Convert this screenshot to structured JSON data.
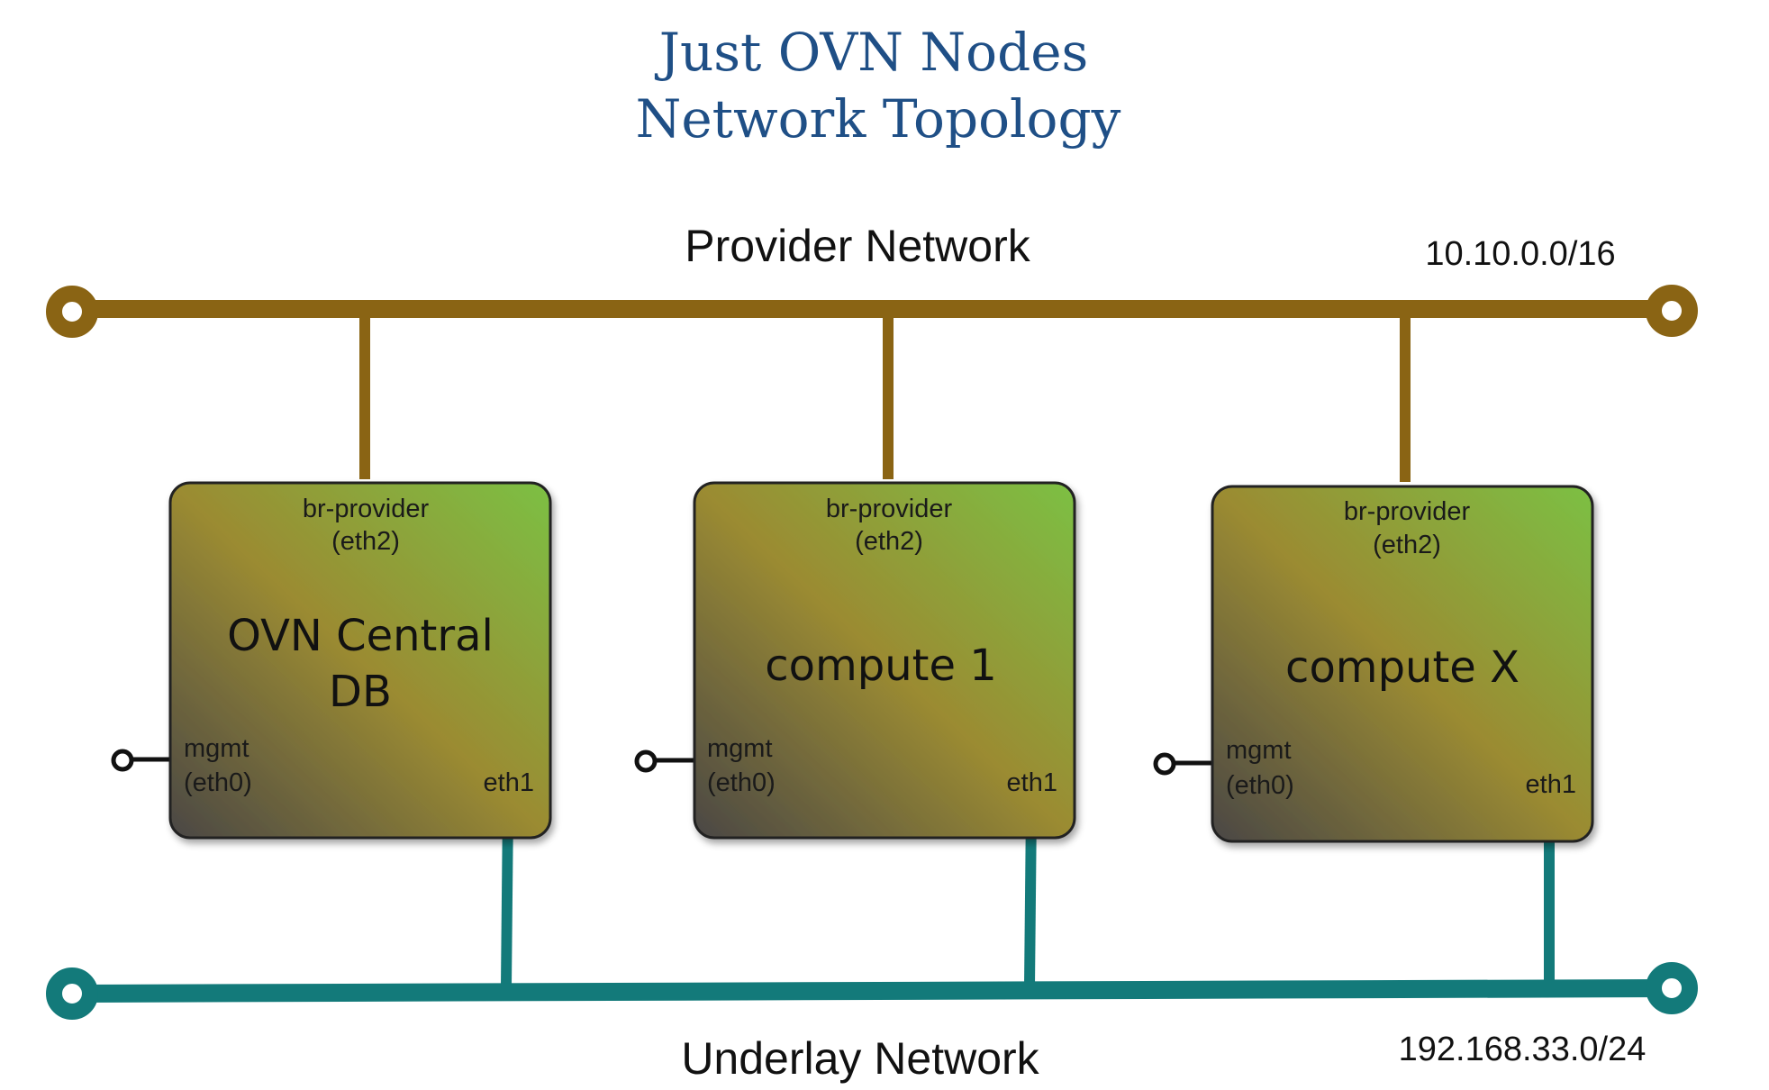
{
  "title": {
    "line1": "Just OVN Nodes",
    "line2": "Network Topology"
  },
  "provider_network": {
    "label": "Provider Network",
    "cidr": "10.10.0.0/16",
    "color": "#8a6414"
  },
  "underlay_network": {
    "label": "Underlay Network",
    "cidr": "192.168.33.0/24",
    "color": "#137a7a"
  },
  "nodes": [
    {
      "name_line1": "OVN Central",
      "name_line2": "DB",
      "provider_port_line1": "br-provider",
      "provider_port_line2": "(eth2)",
      "mgmt_port_line1": "mgmt",
      "mgmt_port_line2": "(eth0)",
      "underlay_port": "eth1"
    },
    {
      "name_line1": "compute 1",
      "name_line2": "",
      "provider_port_line1": "br-provider",
      "provider_port_line2": "(eth2)",
      "mgmt_port_line1": "mgmt",
      "mgmt_port_line2": "(eth0)",
      "underlay_port": "eth1"
    },
    {
      "name_line1": "compute X",
      "name_line2": "",
      "provider_port_line1": "br-provider",
      "provider_port_line2": "(eth2)",
      "mgmt_port_line1": "mgmt",
      "mgmt_port_line2": "(eth0)",
      "underlay_port": "eth1"
    }
  ],
  "colors": {
    "title": "#1f4f86",
    "node_gradient": [
      "#7cc044",
      "#9b8b32",
      "#4a4745"
    ]
  }
}
